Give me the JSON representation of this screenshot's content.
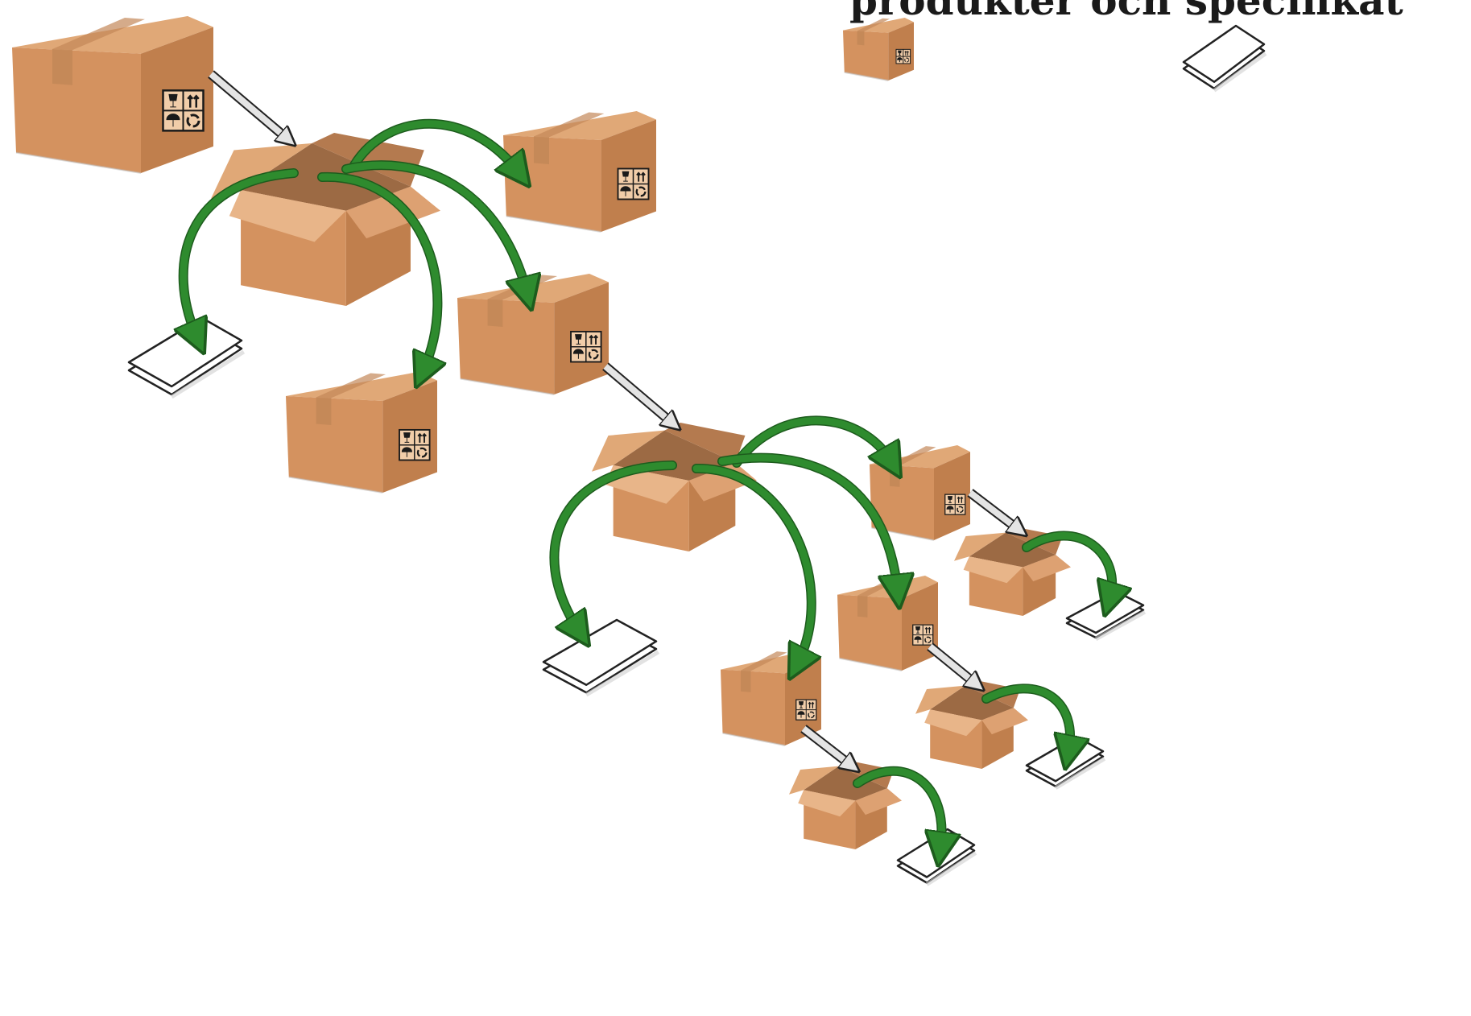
{
  "title": "produkter och specifikat",
  "nodes": [
    {
      "id": "root",
      "kind": "closed-box"
    },
    {
      "id": "open-1",
      "kind": "open-box"
    },
    {
      "id": "sheet-1",
      "kind": "document-sheets"
    },
    {
      "id": "box-1a",
      "kind": "closed-box"
    },
    {
      "id": "box-1b",
      "kind": "closed-box"
    },
    {
      "id": "box-1c",
      "kind": "closed-box"
    },
    {
      "id": "open-2",
      "kind": "open-box"
    },
    {
      "id": "sheet-2",
      "kind": "document-sheets"
    },
    {
      "id": "box-2a",
      "kind": "closed-box"
    },
    {
      "id": "box-2b",
      "kind": "closed-box"
    },
    {
      "id": "box-2c",
      "kind": "closed-box"
    },
    {
      "id": "open-3",
      "kind": "open-box"
    },
    {
      "id": "open-4",
      "kind": "open-box"
    },
    {
      "id": "open-5",
      "kind": "open-box"
    },
    {
      "id": "sheet-3",
      "kind": "document-sheets"
    },
    {
      "id": "sheet-4",
      "kind": "document-sheets"
    },
    {
      "id": "sheet-5",
      "kind": "document-sheets"
    },
    {
      "id": "legend-box",
      "kind": "closed-box"
    },
    {
      "id": "legend-sheet",
      "kind": "document-sheets"
    }
  ],
  "edges": [
    {
      "from": "root",
      "to": "open-1",
      "kind": "unpack-arrow"
    },
    {
      "from": "open-1",
      "to": "sheet-1",
      "kind": "contains-arrow"
    },
    {
      "from": "open-1",
      "to": "box-1a",
      "kind": "contains-arrow"
    },
    {
      "from": "open-1",
      "to": "box-1b",
      "kind": "contains-arrow"
    },
    {
      "from": "open-1",
      "to": "box-1c",
      "kind": "contains-arrow"
    },
    {
      "from": "box-1b",
      "to": "open-2",
      "kind": "unpack-arrow"
    },
    {
      "from": "open-2",
      "to": "sheet-2",
      "kind": "contains-arrow"
    },
    {
      "from": "open-2",
      "to": "box-2a",
      "kind": "contains-arrow"
    },
    {
      "from": "open-2",
      "to": "box-2b",
      "kind": "contains-arrow"
    },
    {
      "from": "open-2",
      "to": "box-2c",
      "kind": "contains-arrow"
    },
    {
      "from": "box-2a",
      "to": "open-3",
      "kind": "unpack-arrow"
    },
    {
      "from": "box-2b",
      "to": "open-4",
      "kind": "unpack-arrow"
    },
    {
      "from": "box-2c",
      "to": "open-5",
      "kind": "unpack-arrow"
    },
    {
      "from": "open-3",
      "to": "sheet-3",
      "kind": "contains-arrow"
    },
    {
      "from": "open-4",
      "to": "sheet-4",
      "kind": "contains-arrow"
    },
    {
      "from": "open-5",
      "to": "sheet-5",
      "kind": "contains-arrow"
    }
  ],
  "colors": {
    "box-front": "#d4925f",
    "box-side": "#c07f4d",
    "box-top": "#e0a877",
    "box-inside": "#9c6a44",
    "tape": "#c38858",
    "contains-arrow": "#2e8b2e",
    "contains-arrow-edge": "#1d5c1d",
    "unpack-arrow-fill": "#e4e4e4",
    "unpack-arrow-edge": "#222222",
    "sheet-line": "#222222",
    "title": "#1a1a1a"
  },
  "icons": {
    "closed-box": "cardboard-box-icon",
    "open-box": "open-cardboard-box-icon",
    "document-sheets": "stacked-paper-icon",
    "handling-symbols": "fragile-this-side-up-keep-dry-recycle-icon"
  }
}
